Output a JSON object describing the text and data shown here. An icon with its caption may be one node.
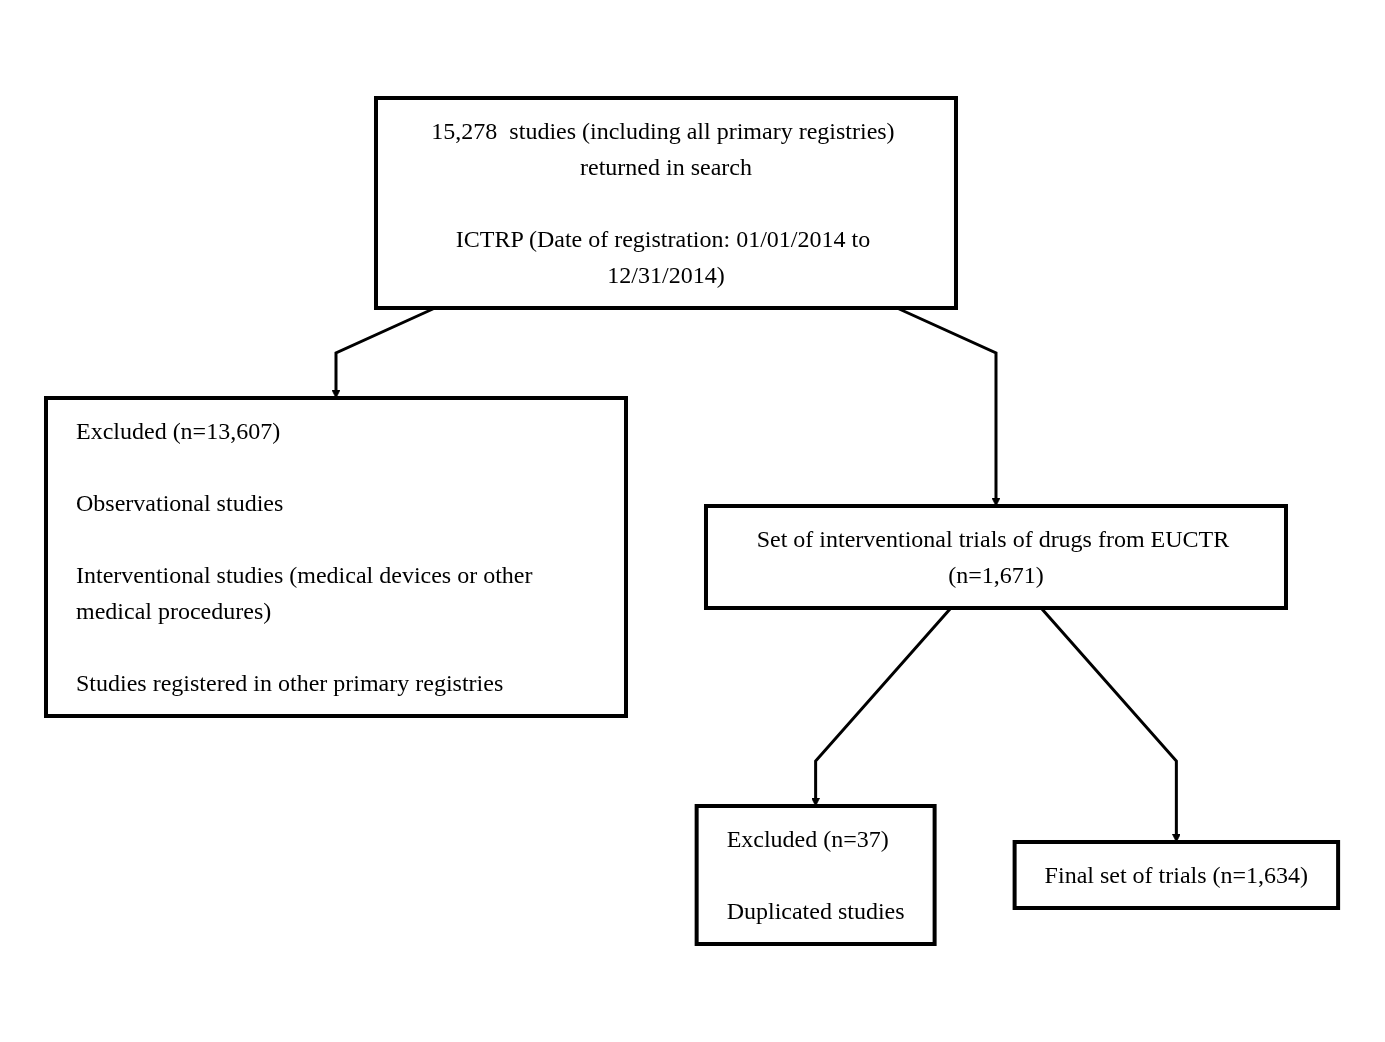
{
  "diagram": {
    "nodes": [
      {
        "text": [
          "15,278  studies (including all primary registries) returned in search",
          "ICTRP (Date of registration: 01/01/2014 to 12/31/2014)"
        ]
      },
      {
        "text": [
          "Excluded (n=13,607)",
          "Observational studies",
          "Interventional studies (medical devices or other medical procedures)",
          "Studies registered in other primary registries"
        ]
      },
      {
        "text": [
          "Set of interventional trials of drugs from EUCTR (n=1,671)"
        ]
      },
      {
        "text": [
          "Excluded (n=37)",
          "Duplicated studies"
        ]
      },
      {
        "text": [
          "Final set of trials (n=1,634)"
        ]
      }
    ],
    "edges": [
      {
        "from": 0,
        "to": 1,
        "arrow": "to"
      },
      {
        "from": 0,
        "to": 2,
        "arrow": "to"
      },
      {
        "from": 2,
        "to": 3,
        "arrow": "to"
      },
      {
        "from": 2,
        "to": 4,
        "arrow": "to"
      }
    ]
  }
}
